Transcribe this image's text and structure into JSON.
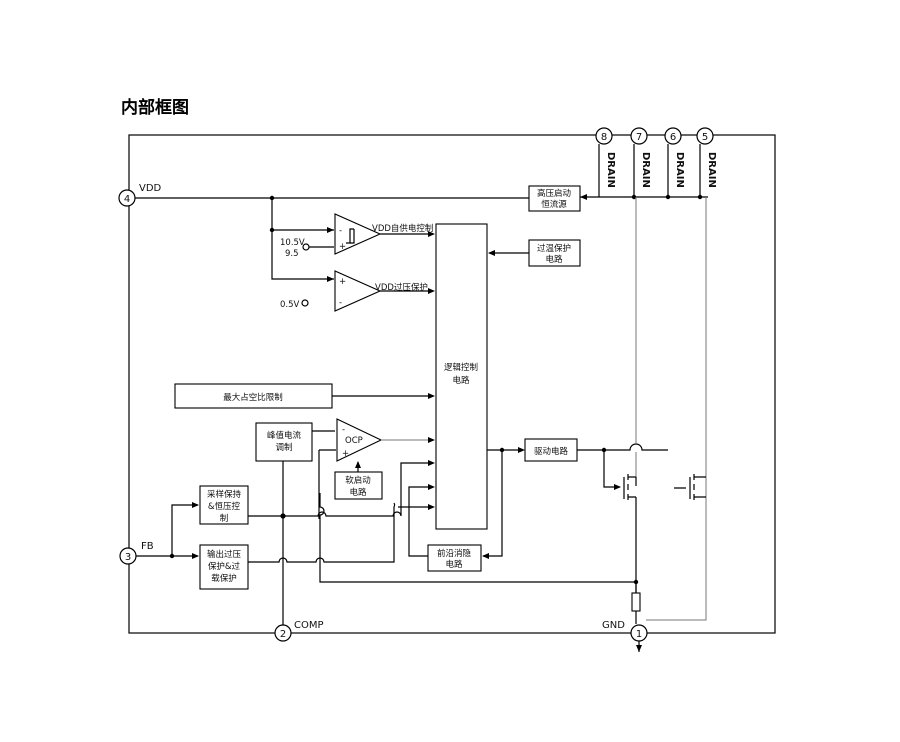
{
  "title": "内部框图",
  "pins": {
    "vdd": {
      "num": "4",
      "label": "VDD"
    },
    "fb": {
      "num": "3",
      "label": "FB"
    },
    "comp": {
      "num": "2",
      "label": "COMP"
    },
    "gnd": {
      "num": "1",
      "label": "GND"
    },
    "drain_pins": [
      {
        "num": "8",
        "label": "DRAIN"
      },
      {
        "num": "7",
        "label": "DRAIN"
      },
      {
        "num": "6",
        "label": "DRAIN"
      },
      {
        "num": "5",
        "label": "DRAIN"
      }
    ]
  },
  "blocks": {
    "hv_startup": [
      "高压启动",
      "恒流源"
    ],
    "otp": [
      "过温保护",
      "电路"
    ],
    "logic": [
      "逻辑控制",
      "电路"
    ],
    "max_duty": "最大占空比限制",
    "peak_current": [
      "峰值电流",
      "调制"
    ],
    "soft_start": [
      "软启动",
      "电路"
    ],
    "driver": "驱动电路",
    "sample_hold": [
      "采样保持",
      "&恒压控",
      "制"
    ],
    "ovp": [
      "输出过压",
      "保护&过",
      "载保护"
    ],
    "leb": [
      "前沿消隐",
      "电路"
    ]
  },
  "comparators": {
    "uvlo": {
      "label": "VDD自供电控制",
      "ref": [
        "10.5V",
        "9.5"
      ]
    },
    "ovp": {
      "label": "VDD过压保护",
      "ref": "0.5V"
    },
    "ocp": {
      "label": "OCP"
    }
  }
}
